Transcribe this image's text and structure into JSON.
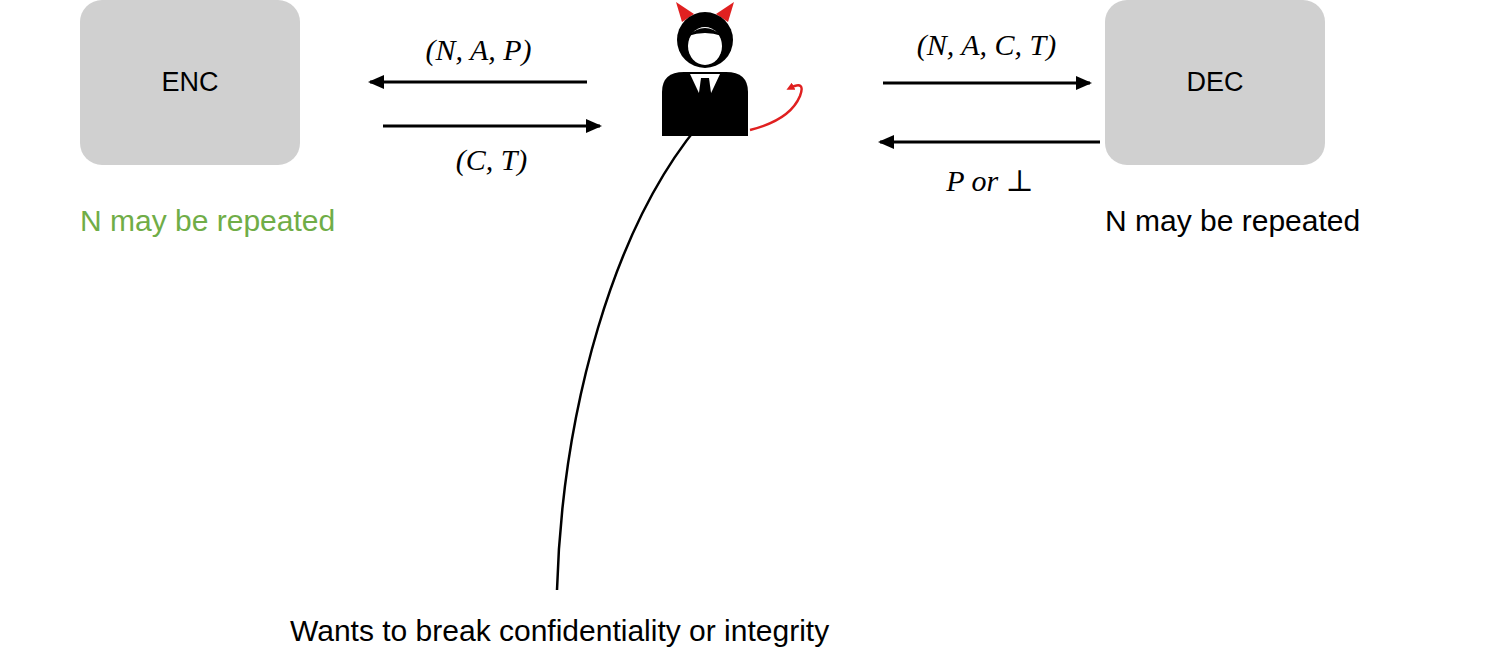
{
  "diagram": {
    "nodes": [
      {
        "text": [
          "ENC"
        ]
      },
      {
        "text": [
          "Wants to break confidentiality or integrity"
        ]
      },
      {
        "text": [
          "DEC"
        ]
      }
    ],
    "edges": [
      {
        "from": 1,
        "to": 0,
        "arrow": "to",
        "label": "(N, A, P)"
      },
      {
        "from": 0,
        "to": 1,
        "arrow": "to",
        "label": "(C, T)"
      },
      {
        "from": 1,
        "to": 2,
        "arrow": "to",
        "label": "(N, A, C, T)"
      },
      {
        "from": 2,
        "to": 1,
        "arrow": "to",
        "label": "P or ⊥"
      }
    ],
    "labels": [
      "N may be repeated",
      "N may be repeated"
    ]
  }
}
